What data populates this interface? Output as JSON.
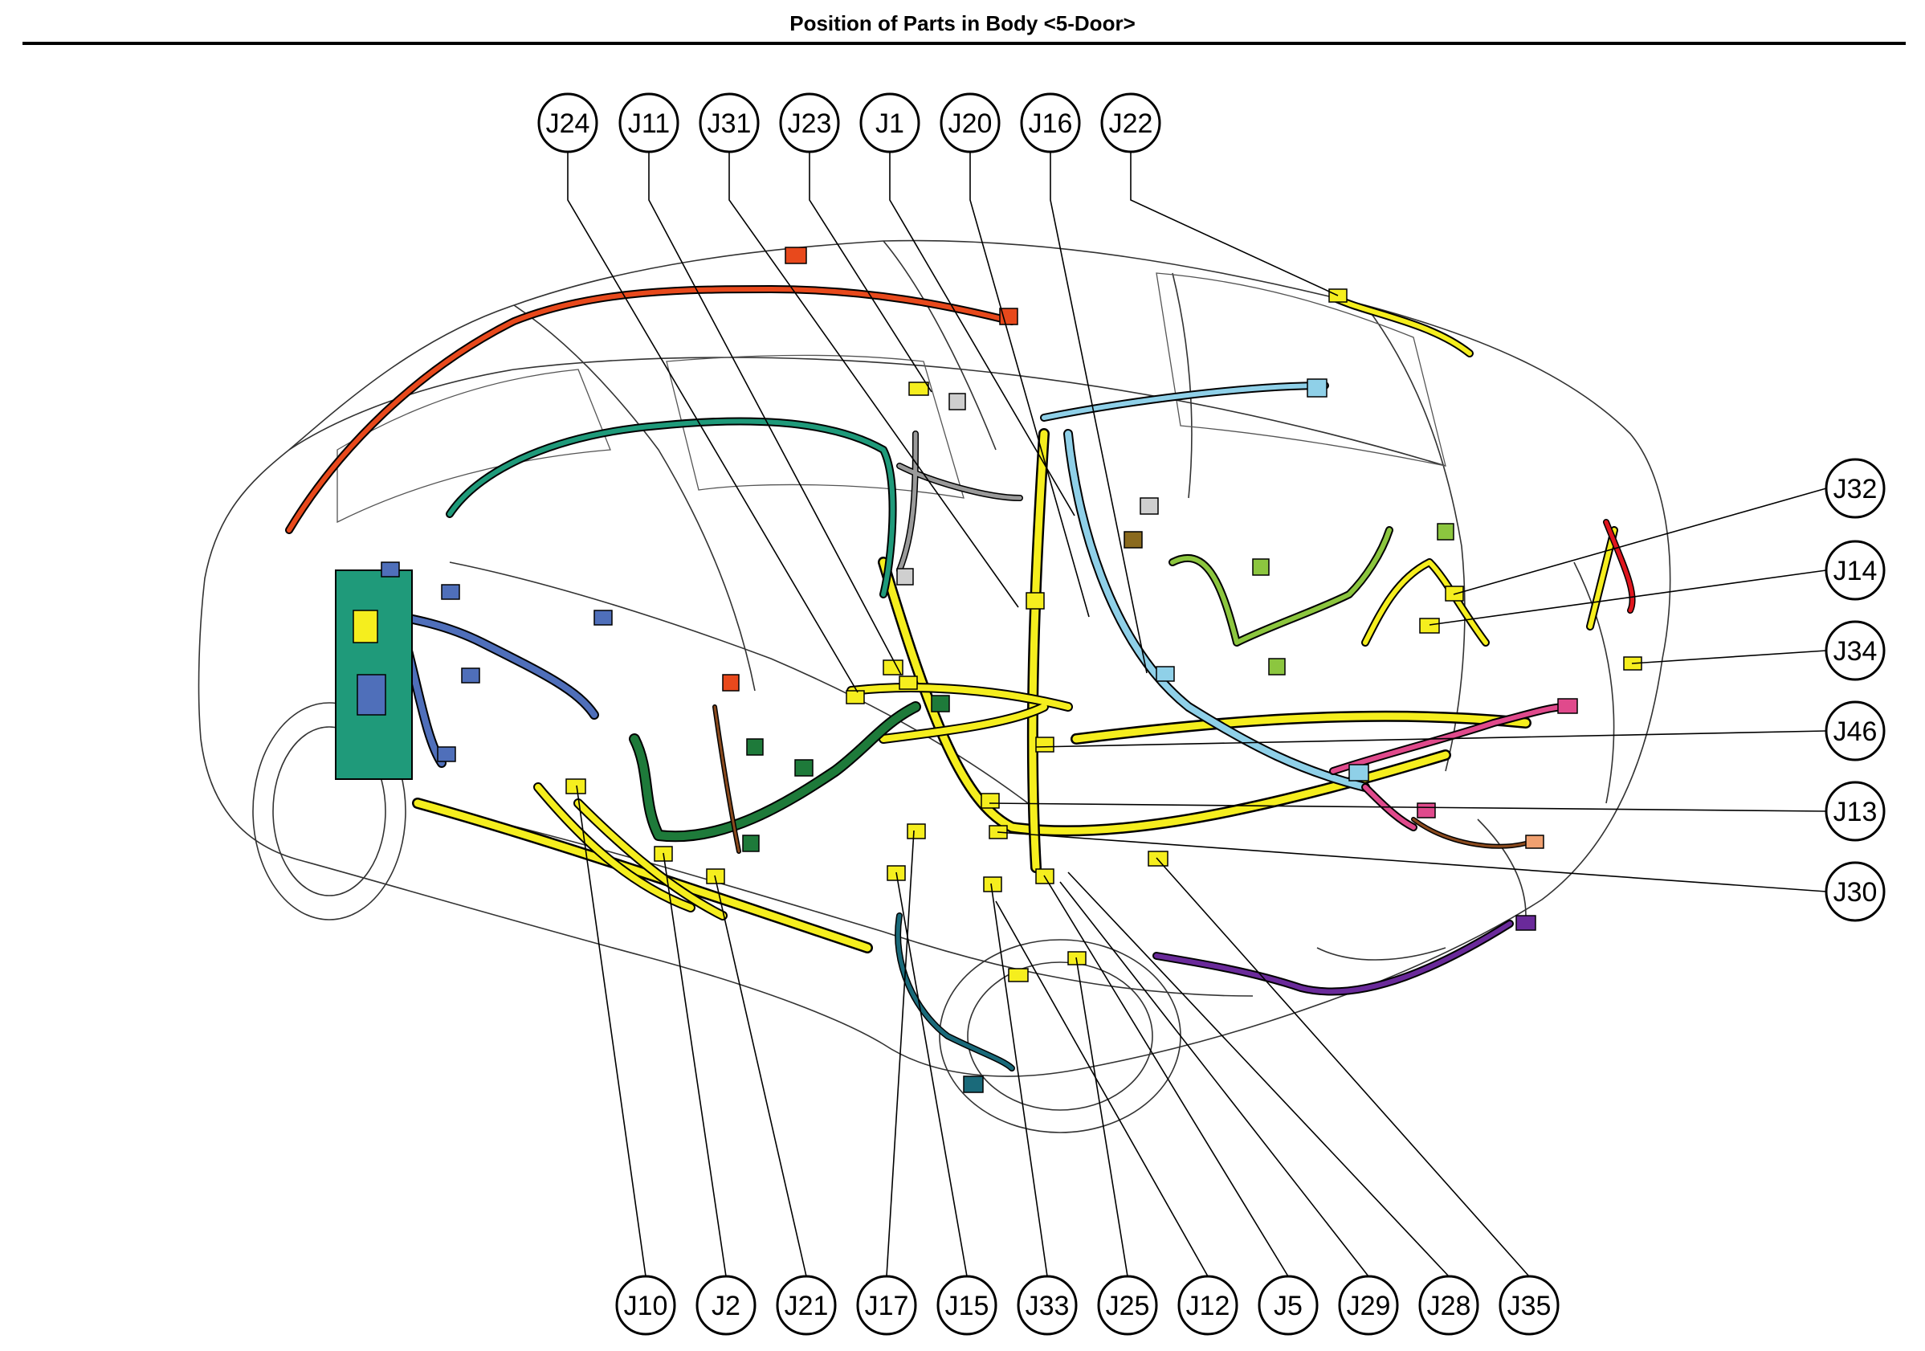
{
  "title": "Position of Parts in Body <5-Door>",
  "colors": {
    "yellow_harness": "#f5ee1e",
    "orange_harness": "#e8491c",
    "teal_harness": "#1f9a7a",
    "blue_harness": "#4f6fba",
    "light_blue_harness": "#8fd0e8",
    "green_harness": "#1e7a3a",
    "lime_harness": "#8cc63f",
    "pink_harness": "#e04a8c",
    "purple_harness": "#6a2a9a",
    "red_harness": "#e0161e",
    "brown_harness": "#8a4a1e",
    "gray_harness": "#9a9a9a",
    "dark_teal_harness": "#1a6a7a"
  },
  "connectors": {
    "top": [
      "J24",
      "J11",
      "J31",
      "J23",
      "J1",
      "J20",
      "J16",
      "J22"
    ],
    "right": [
      "J32",
      "J14",
      "J34",
      "J46",
      "J13",
      "J30"
    ],
    "bottom": [
      "J10",
      "J2",
      "J21",
      "J17",
      "J15",
      "J33",
      "J25",
      "J12",
      "J5",
      "J29",
      "J28",
      "J35"
    ]
  }
}
